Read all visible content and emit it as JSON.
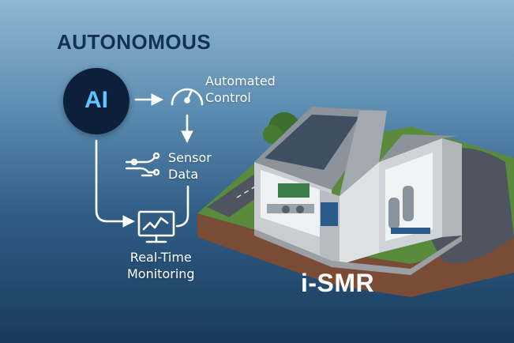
{
  "title": "AUTONOMOUS",
  "ai_label": "AI",
  "nodes": {
    "control": [
      "Automated",
      "Control"
    ],
    "sensor": [
      "Sensor",
      "Data"
    ],
    "monitor": [
      "Real-Time",
      "Monitoring"
    ]
  },
  "product_name": "i-SMR",
  "icons": {
    "ai": "brain-circuit-icon",
    "control": "gauge-icon",
    "sensor": "sensor-wave-icon",
    "monitor": "monitor-chart-icon"
  },
  "colors": {
    "title": "#12305a",
    "ai_glow": "#5cc6ff",
    "ai_circle": "#0e1f3c",
    "arrows": "#ffffff"
  }
}
